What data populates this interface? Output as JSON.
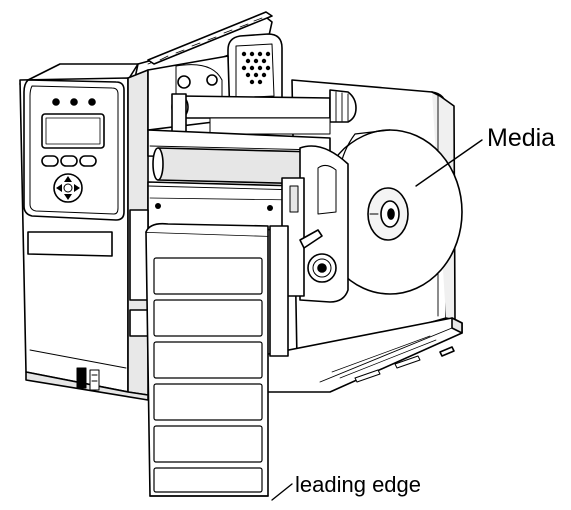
{
  "callouts": {
    "media": "Media",
    "leading_edge": "leading edge"
  },
  "colors": {
    "line": "#000000",
    "fill_light": "#ffffff",
    "fill_shade": "#e6e6e6",
    "fill_dark": "#bfbfbf"
  },
  "icons": [
    "printer-body",
    "control-panel",
    "display-screen",
    "status-led",
    "nav-keypad",
    "media-roll",
    "label-strip",
    "printhead-assembly",
    "ribbon-spindle",
    "side-cover"
  ]
}
